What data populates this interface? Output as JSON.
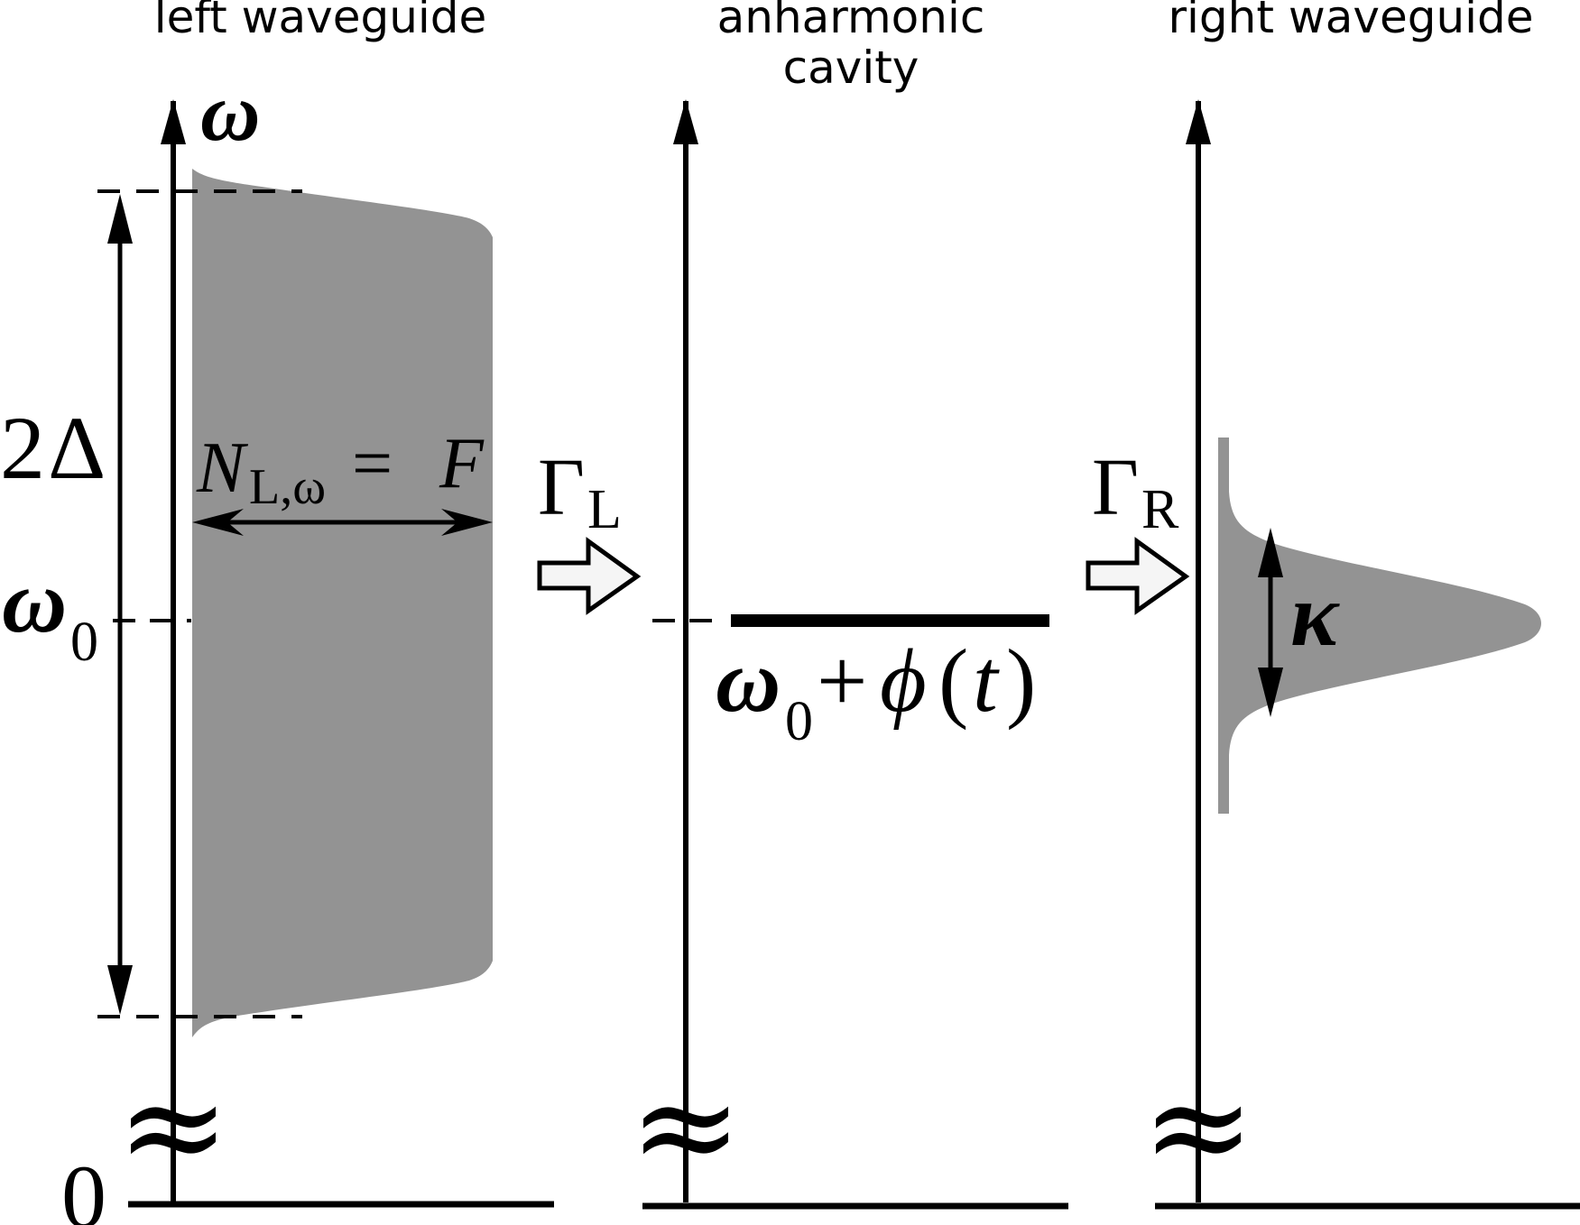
{
  "panels": {
    "left": {
      "title": "left waveguide"
    },
    "middle": {
      "title_line1": "anharmonic",
      "title_line2": "cavity"
    },
    "right": {
      "title": "right waveguide"
    }
  },
  "labels": {
    "omega_axis": "ω",
    "zero": "0",
    "bandwidth_coef": "2",
    "bandwidth_symbol": "Δ",
    "omega0_symbol": "ω",
    "omega0_sub": "0",
    "occupation_N": "N",
    "occupation_sub": "L,ω",
    "occupation_eq": " = ",
    "occupation_F": "F",
    "gamma_L_symbol": "Γ",
    "gamma_L_sub": "L",
    "gamma_R_symbol": "Γ",
    "gamma_R_sub": "R",
    "cavity_omega": "ω",
    "cavity_sub": "0",
    "cavity_plus": "+",
    "cavity_phi": "ϕ",
    "cavity_paren_open": "(",
    "cavity_t": "t",
    "cavity_paren_close": ")",
    "kappa": "κ",
    "axis_break": "≈"
  },
  "colors": {
    "line": "#000000",
    "fill_gray": "#939393",
    "arrow_fill": "#f5f5f5"
  }
}
